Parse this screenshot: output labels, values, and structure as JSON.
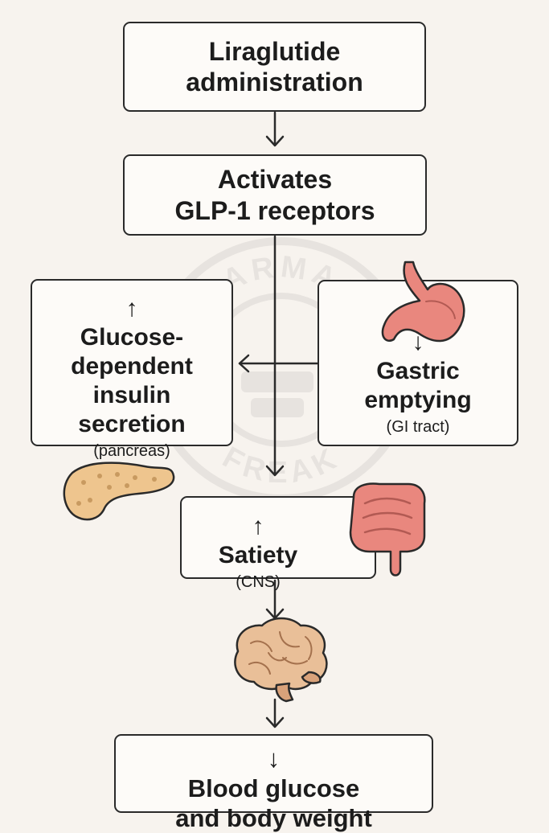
{
  "title_box": {
    "line": "Liraglutide\nadministration"
  },
  "activate_box": {
    "line": "Activates\nGLP-1 receptors"
  },
  "insulin_box": {
    "arrow": "↑",
    "line": "Glucose-\ndependent\ninsulin\nsecretion",
    "site": "(pancreas)"
  },
  "gastric_box": {
    "arrow": "↓",
    "line": "Gastric\nemptying",
    "site": "(GI tract)"
  },
  "satiety_box": {
    "arrow": "↑",
    "line": "Satiety",
    "site": "(CNS)"
  },
  "outcome_box": {
    "arrow": "↓",
    "line": "Blood glucose\nand body weight"
  },
  "watermark": {
    "top": "PHARMACY",
    "bottom": "FREAK"
  },
  "colors": {
    "line": "#2a2a2a",
    "organ_pink": "#e9877e",
    "pancreas": "#eec58e",
    "brain": "#e9bf98",
    "background": "#f7f3ee"
  }
}
